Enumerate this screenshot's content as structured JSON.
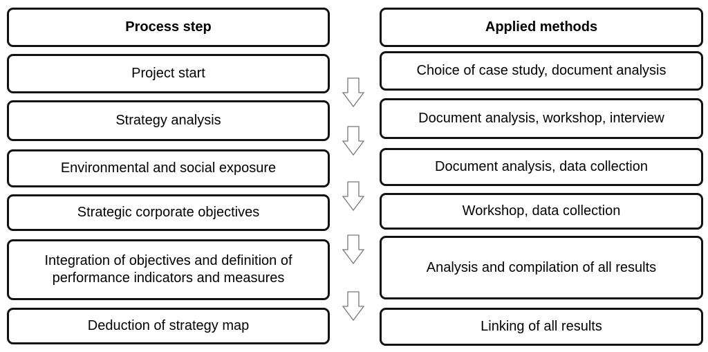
{
  "headers": {
    "process_step": "Process step",
    "applied_methods": "Applied methods"
  },
  "steps": [
    {
      "process": "Project start",
      "method": "Choice of case study, document analysis"
    },
    {
      "process": "Strategy analysis",
      "method": "Document analysis, workshop, interview"
    },
    {
      "process": "Environmental and social exposure",
      "method": "Document analysis, data collection"
    },
    {
      "process": "Strategic corporate objectives",
      "method": "Workshop, data collection"
    },
    {
      "process": "Integration of objectives and definition of performance indicators and measures",
      "method": "Analysis and compilation of all results"
    },
    {
      "process": "Deduction of strategy map",
      "method": "Linking of all results"
    }
  ],
  "icons": {
    "flow_arrow": "down-arrow-icon"
  }
}
